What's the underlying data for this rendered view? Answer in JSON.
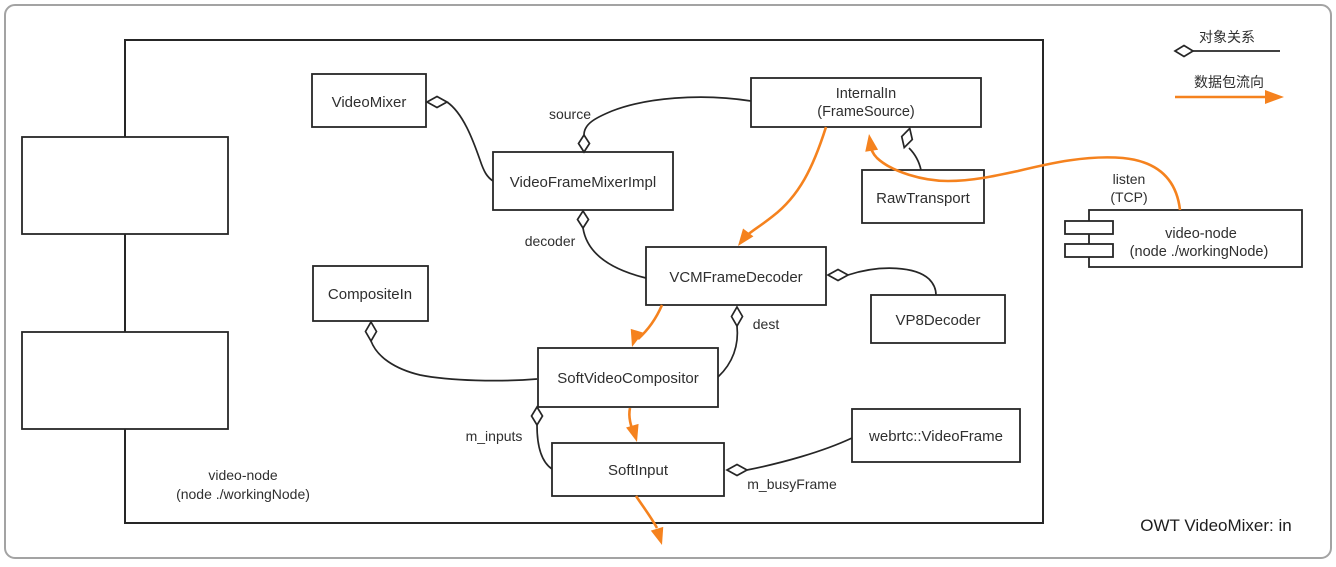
{
  "diagram": {
    "caption": "OWT VideoMixer: in",
    "container": {
      "label_line1": "video-node",
      "label_line2": "(node ./workingNode)"
    },
    "legend": {
      "object_relation": "对象关系",
      "data_flow": "数据包流向"
    },
    "nodes": {
      "video_mixer": "VideoMixer",
      "video_frame_mixer_impl": "VideoFrameMixerImpl",
      "internal_in_line1": "InternalIn",
      "internal_in_line2": "(FrameSource)",
      "raw_transport": "RawTransport",
      "composite_in": "CompositeIn",
      "vcm_frame_decoder": "VCMFrameDecoder",
      "vp8_decoder": "VP8Decoder",
      "soft_video_compositor": "SoftVideoCompositor",
      "soft_input": "SoftInput",
      "webrtc_video_frame": "webrtc::VideoFrame",
      "video_node_line1": "video-node",
      "video_node_line2": "(node ./workingNode)"
    },
    "edge_labels": {
      "source": "source",
      "decoder": "decoder",
      "dest": "dest",
      "m_inputs": "m_inputs",
      "m_busy_frame": "m_busyFrame",
      "listen_line1": "listen",
      "listen_line2": "(TCP)"
    },
    "colors": {
      "flow_orange": "#F5821E",
      "line_black": "#262626"
    }
  }
}
